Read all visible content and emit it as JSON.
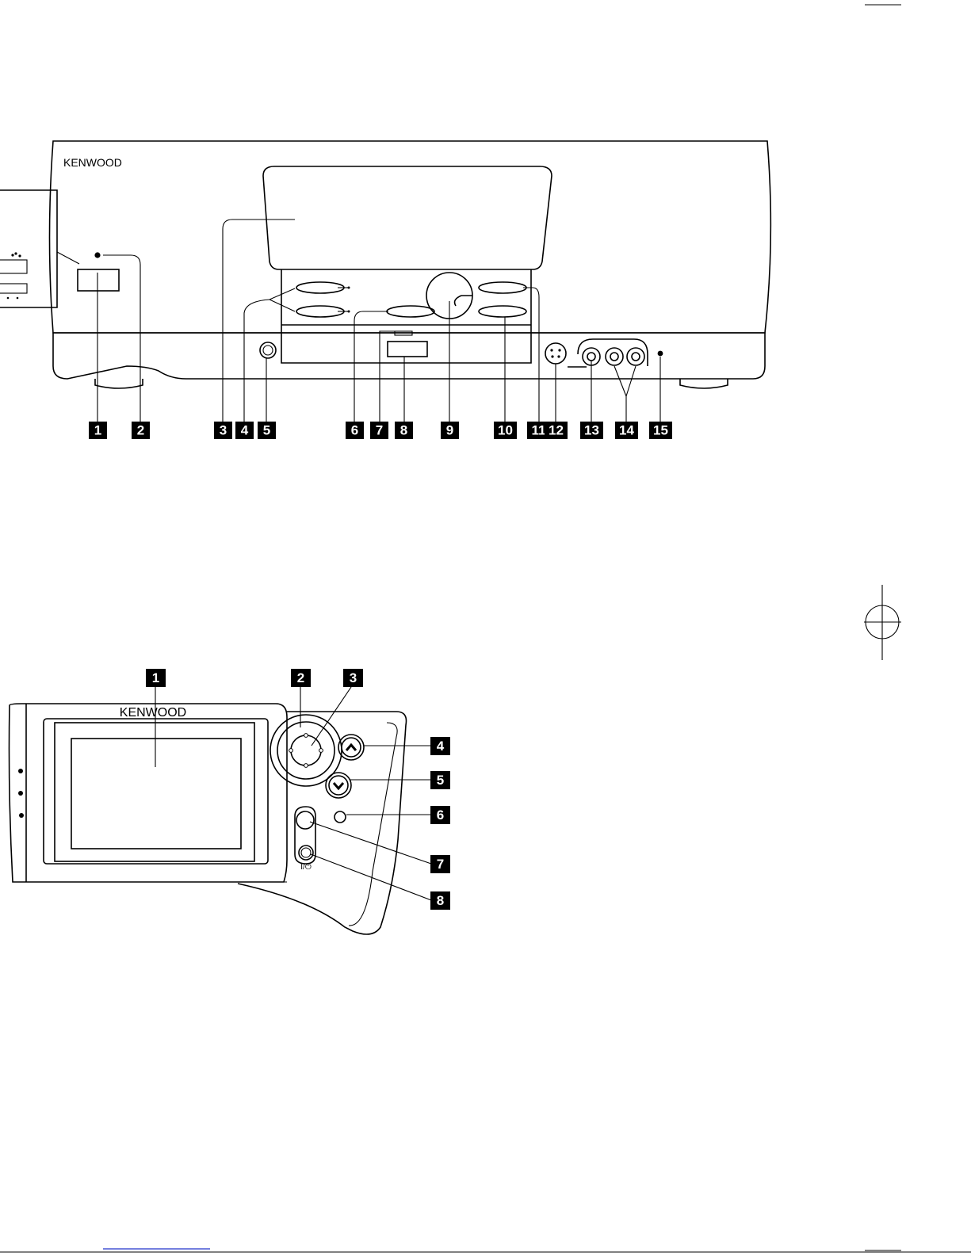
{
  "top_unit": {
    "brand": "KENWOOD",
    "callouts": [
      "1",
      "2",
      "3",
      "4",
      "5",
      "6",
      "7",
      "8",
      "9",
      "10",
      "11",
      "12",
      "13",
      "14",
      "15"
    ]
  },
  "bottom_unit": {
    "brand": "KENWOOD",
    "power_symbol": "I/⏻",
    "callouts": [
      "1",
      "2",
      "3",
      "4",
      "5",
      "6",
      "7",
      "8"
    ]
  }
}
